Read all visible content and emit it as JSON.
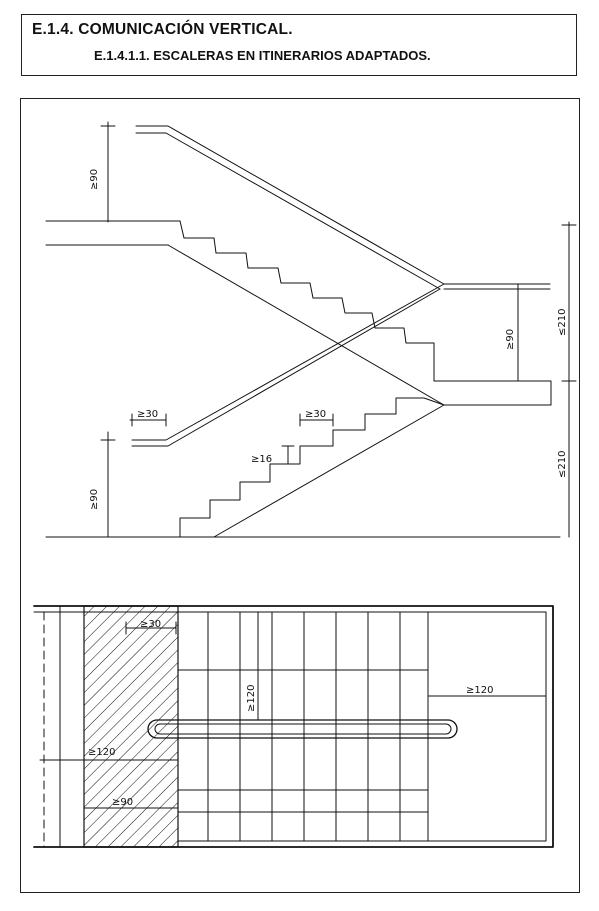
{
  "header": {
    "title": "E.1.4. COMUNICACIÓN VERTICAL.",
    "subtitle": "E.1.4.1.1. ESCALERAS EN ITINERARIOS ADAPTADOS."
  },
  "section": {
    "dims": {
      "rail_height_top": "≥90",
      "rail_height_mid": "≥90",
      "rail_height_bottom": "≥90",
      "headroom_top": "≤210",
      "headroom_bottom": "≤210",
      "rail_extension": "≥30",
      "tread": "≥30",
      "riser": "≥16"
    }
  },
  "plan": {
    "dims": {
      "step_edge": "≥30",
      "flight_width": "≥120",
      "landing_depth": "≥120",
      "stair_width": "≥120",
      "zone_width": "≥90"
    }
  }
}
